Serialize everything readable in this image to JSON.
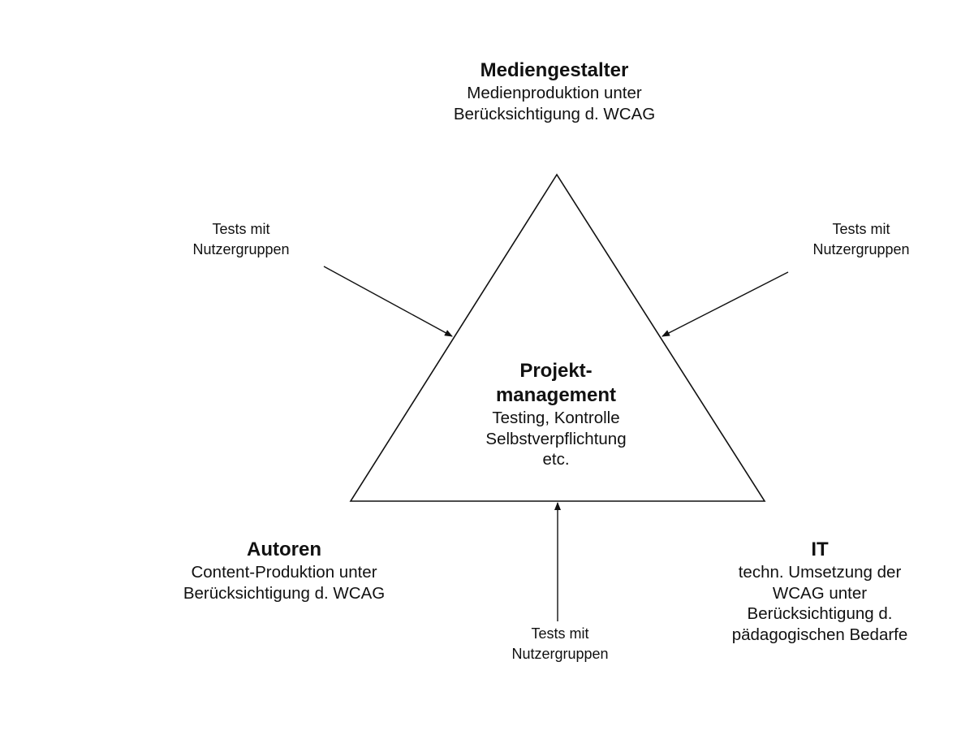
{
  "top_role": {
    "title": "Mediengestalter",
    "lines": [
      "Medienproduktion unter",
      "Berücksichtigung d. WCAG"
    ]
  },
  "left_role": {
    "title": "Autoren",
    "lines": [
      "Content-Produktion unter",
      "Berücksichtigung d. WCAG"
    ]
  },
  "right_role": {
    "title": "IT",
    "lines": [
      "techn. Umsetzung der",
      "WCAG unter",
      "Berücksichtigung d.",
      "pädagogischen Bedarfe"
    ]
  },
  "center": {
    "title_lines": [
      "Projekt-",
      "management"
    ],
    "lines": [
      "Testing, Kontrolle",
      "Selbstverpflichtung",
      "etc."
    ]
  },
  "tests": {
    "left": [
      "Tests mit",
      "Nutzergruppen"
    ],
    "right": [
      "Tests mit",
      "Nutzergruppen"
    ],
    "bottom": [
      "Tests mit",
      "Nutzergruppen"
    ]
  },
  "colors": {
    "line": "#111111",
    "background": "#ffffff"
  }
}
